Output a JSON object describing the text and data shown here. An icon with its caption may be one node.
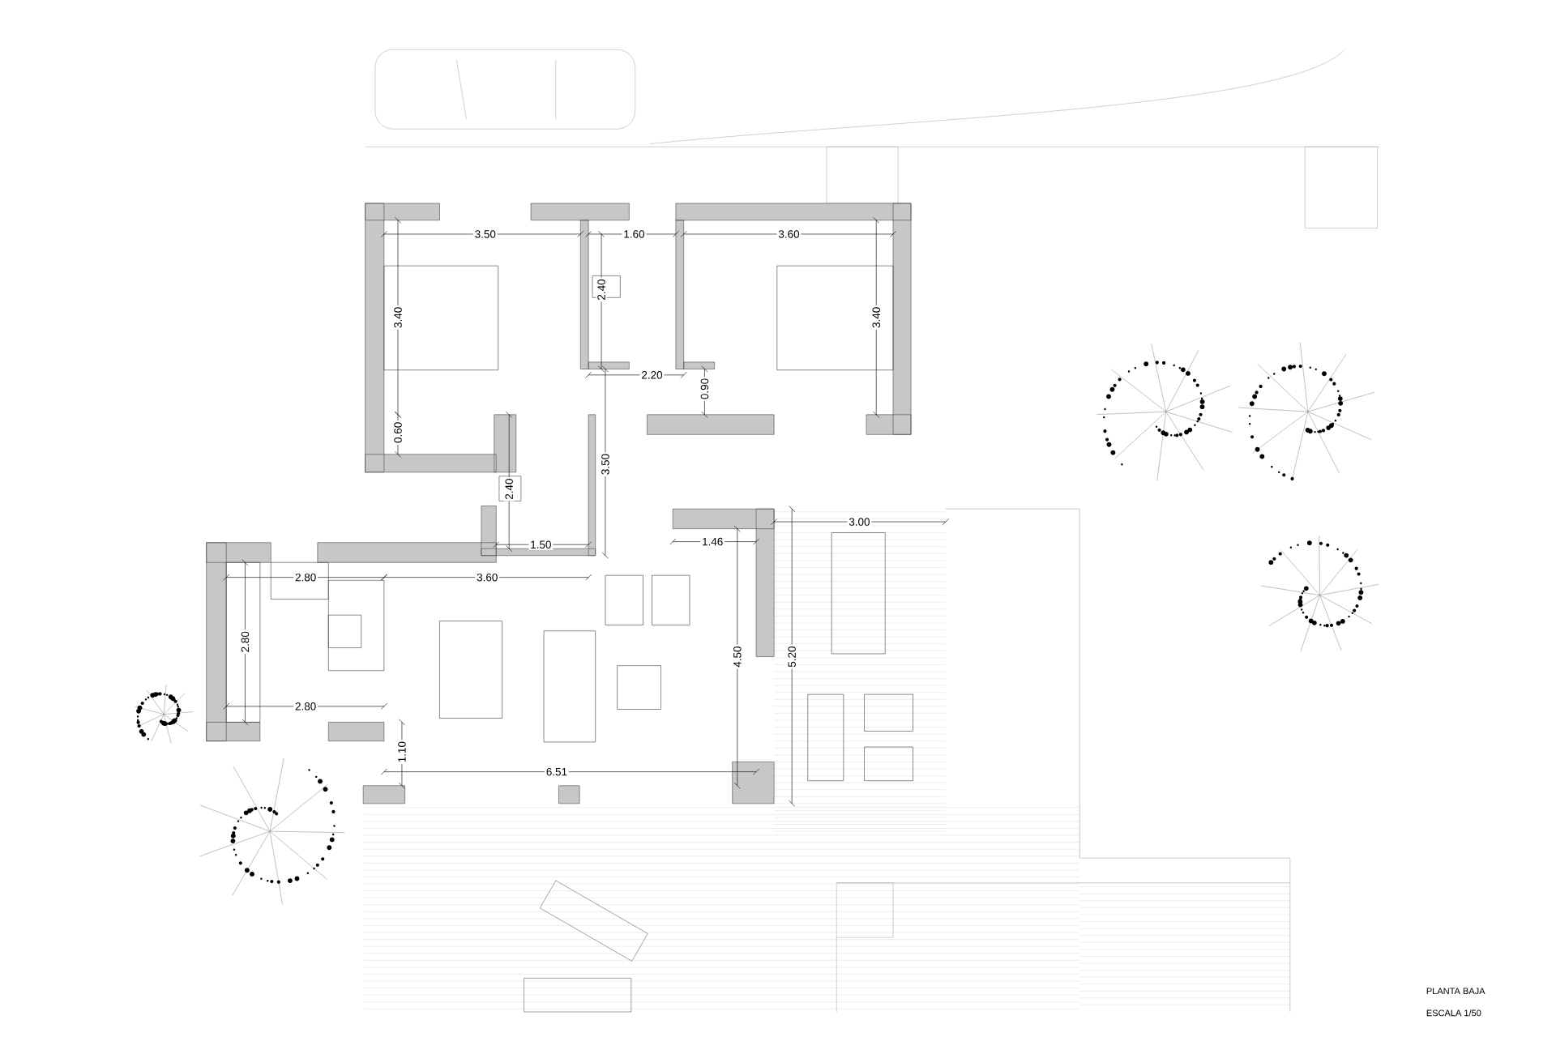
{
  "diagram": {
    "labels": [
      "3.50",
      "1.60",
      "3.60",
      "2.40",
      "3.40",
      "3.40",
      "2.20",
      "0.90",
      "0.60",
      "3.50",
      "2.40",
      "1.50",
      "3.00",
      "1.46",
      "2.80",
      "3.60",
      "2.80",
      "4.50",
      "5.20",
      "2.80",
      "1.10",
      "6.51",
      "PLANTA BAJA",
      "ESCALA 1/50"
    ]
  }
}
